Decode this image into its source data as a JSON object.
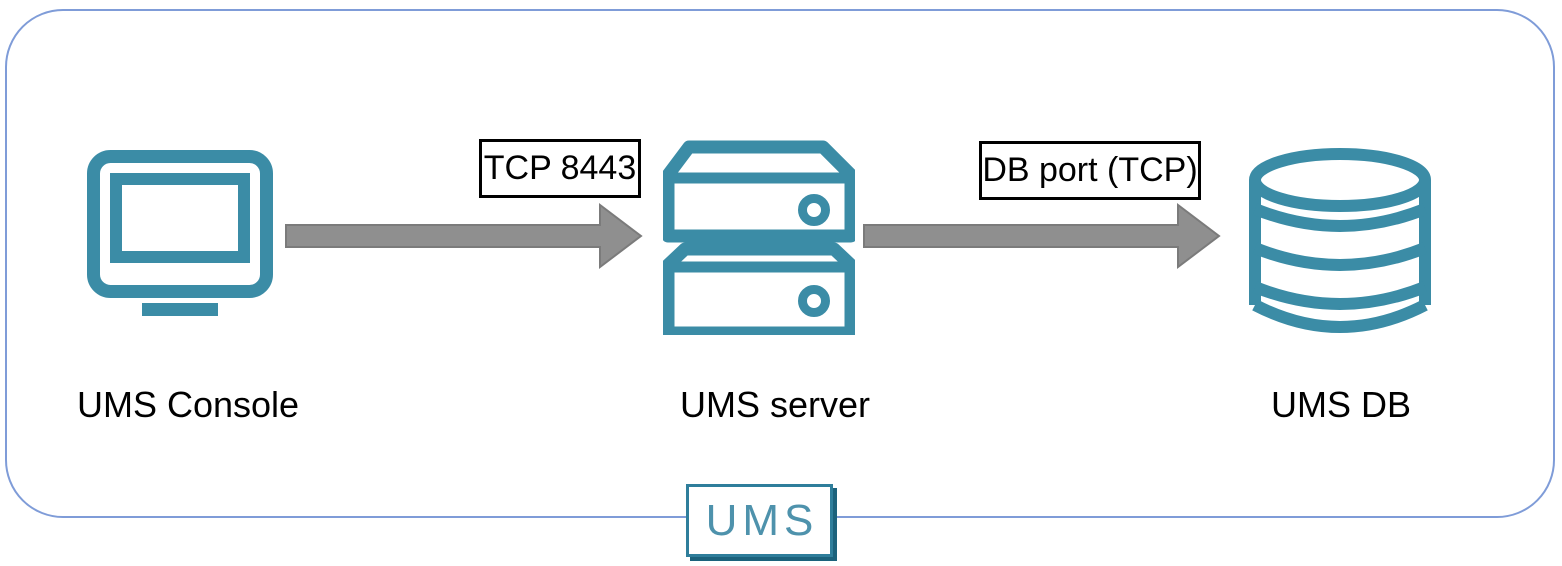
{
  "nodes": [
    {
      "id": "ums-console",
      "label": "UMS Console",
      "icon": "monitor-icon"
    },
    {
      "id": "ums-server",
      "label": "UMS server",
      "icon": "server-stack-icon"
    },
    {
      "id": "ums-db",
      "label": "UMS DB",
      "icon": "database-icon"
    }
  ],
  "connections": [
    {
      "from": "ums-console",
      "to": "ums-server",
      "label": "TCP 8443",
      "direction": "right"
    },
    {
      "from": "ums-server",
      "to": "ums-db",
      "label": "DB port (TCP)",
      "direction": "right"
    }
  ],
  "frame": {
    "label": "UMS"
  },
  "colors": {
    "icon_teal": "#3B8CA6",
    "arrow_gray": "#8F8F8F",
    "arrow_outline": "#7B7B7B",
    "frame_blue": "#7F9CD8",
    "label_border": "#000000",
    "logo_border": "#2F7E9B",
    "logo_shadow": "#1C627C",
    "logo_text": "#4E92AC",
    "text": "#000000",
    "background": "#FFFFFF"
  }
}
